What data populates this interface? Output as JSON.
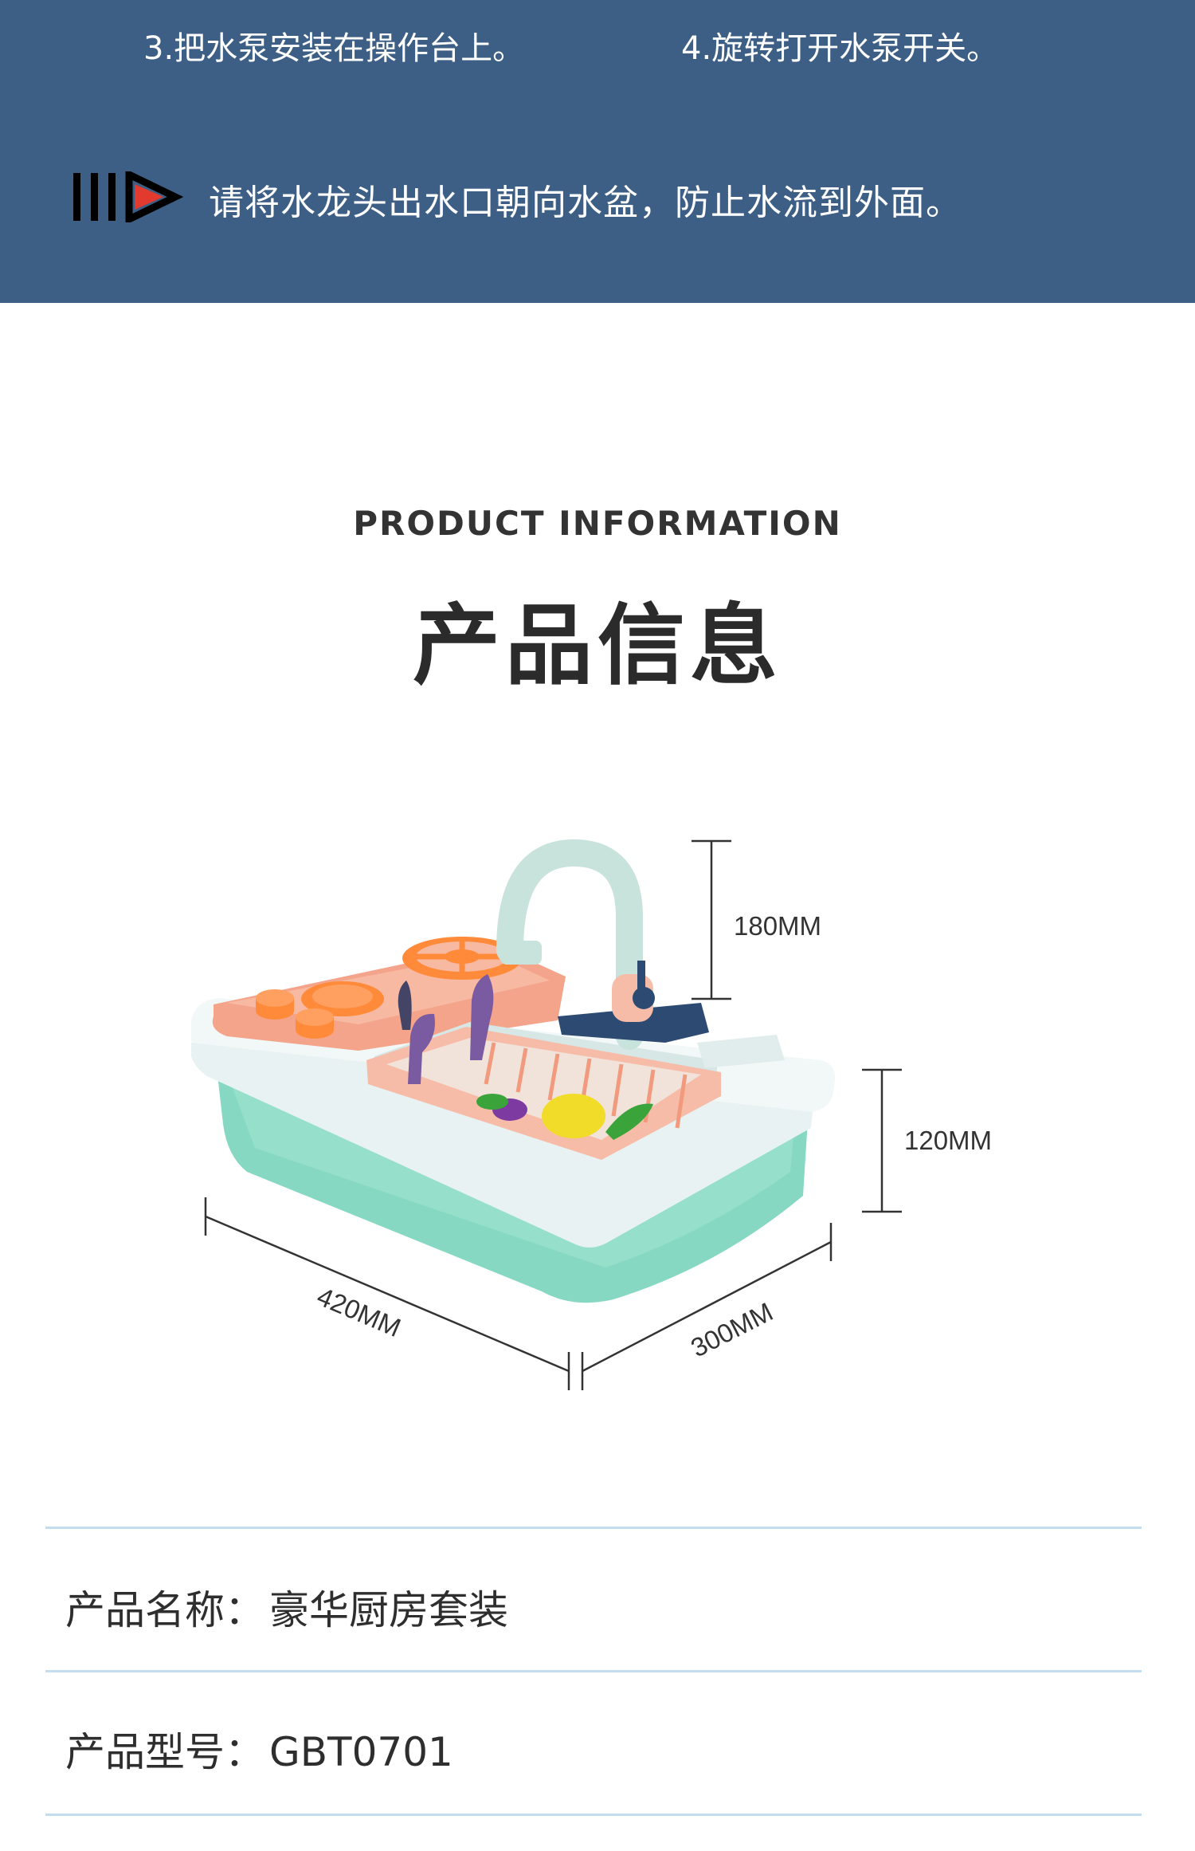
{
  "banner": {
    "step3": "3.把水泵安装在操作台上。",
    "step4": "4.旋转打开水泵开关。",
    "notice": "请将水龙头出水口朝向水盆，防止水流到外面。",
    "notice_icon": "bars-play-icon",
    "background_color": "#3d5f85",
    "accent_color": "#e23a2e"
  },
  "section": {
    "heading_en": "PRODUCT INFORMATION",
    "heading_cn": "产品信息"
  },
  "dimensions": {
    "height_faucet": "180MM",
    "height_body": "120MM",
    "length": "420MM",
    "width": "300MM"
  },
  "info": [
    {
      "label": "产品名称：",
      "value": "豪华厨房套装"
    },
    {
      "label": "产品型号：",
      "value": "GBT0701"
    }
  ]
}
